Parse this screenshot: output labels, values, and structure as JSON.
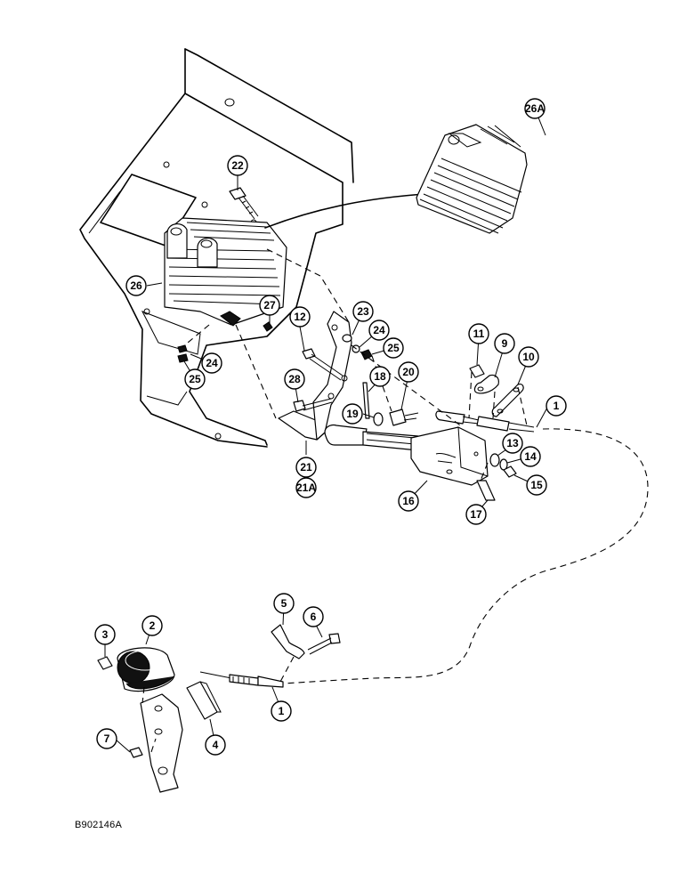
{
  "callouts": {
    "c1a": "1",
    "c1b": "1",
    "c2": "2",
    "c3": "3",
    "c4": "4",
    "c5": "5",
    "c6": "6",
    "c7": "7",
    "c9": "9",
    "c10": "10",
    "c11": "11",
    "c12": "12",
    "c13": "13",
    "c14": "14",
    "c15": "15",
    "c16": "16",
    "c17": "17",
    "c18": "18",
    "c19": "19",
    "c20": "20",
    "c21": "21",
    "c21a": "21A",
    "c22": "22",
    "c23": "23",
    "c24a": "24",
    "c24b": "24",
    "c25a": "25",
    "c25b": "25",
    "c26": "26",
    "c26a": "26A",
    "c27": "27",
    "c28": "28"
  },
  "drawing_code": "B902146A"
}
